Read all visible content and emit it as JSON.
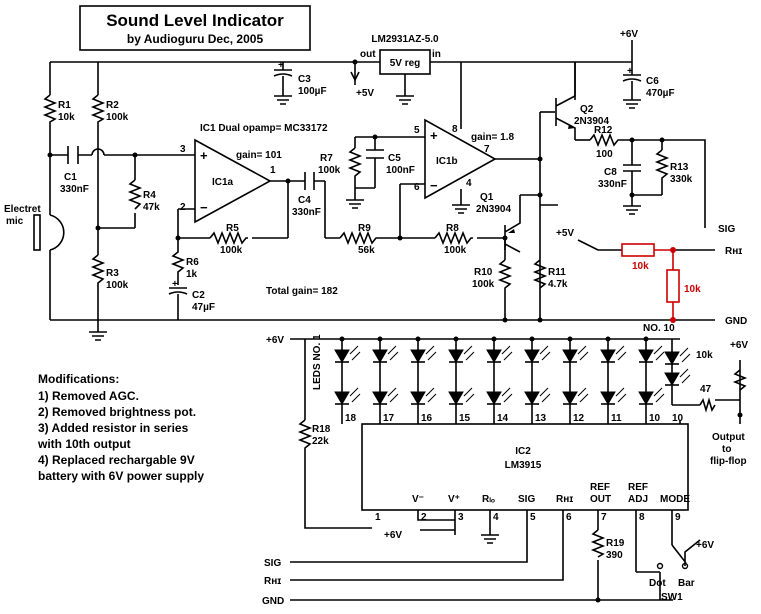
{
  "title": "Sound Level Indicator",
  "subtitle": "by Audioguru Dec, 2005",
  "regulator": {
    "part": "LM2931AZ-5.0",
    "label": "5V reg",
    "out": "out",
    "in": "in"
  },
  "rails": {
    "v6_top": "+6V",
    "v5": "+5V",
    "v6_leds": "+6V",
    "v6_right": "+6V",
    "v6_ic2": "+6V",
    "v6_sw": "+6V",
    "v5_ref": "+5V"
  },
  "ic1": {
    "name": "IC1  Dual opamp= MC33172",
    "a": "IC1a",
    "b": "IC1b",
    "gain_a": "gain= 101",
    "gain_b": "gain= 1.8",
    "total_gain": "Total gain= 182"
  },
  "mic": "Electret\nmic",
  "components": {
    "R1": [
      "R1",
      "10k"
    ],
    "R2": [
      "R2",
      "100k"
    ],
    "R3": [
      "R3",
      "100k"
    ],
    "R4": [
      "R4",
      "47k"
    ],
    "R5": [
      "R5",
      "100k"
    ],
    "R6": [
      "R6",
      "1k"
    ],
    "R7": [
      "R7",
      "100k"
    ],
    "R8": [
      "R8",
      "100k"
    ],
    "R9": [
      "R9",
      "56k"
    ],
    "R10": [
      "R10",
      "100k"
    ],
    "R11": [
      "R11",
      "4.7k"
    ],
    "R12": [
      "R12",
      "100"
    ],
    "R13": [
      "R13",
      "330k"
    ],
    "R18": [
      "R18",
      "22k"
    ],
    "R19": [
      "R19",
      "390"
    ],
    "C1": [
      "C1",
      "330nF"
    ],
    "C2": [
      "C2",
      "47µF"
    ],
    "C3": [
      "C3",
      "100µF"
    ],
    "C4": [
      "C4",
      "330nF"
    ],
    "C5": [
      "C5",
      "100nF"
    ],
    "C6": [
      "C6",
      "470µF"
    ],
    "C8": [
      "C8",
      "330nF"
    ],
    "Q1": [
      "Q1",
      "2N3904"
    ],
    "Q2": [
      "Q2",
      "2N3904"
    ]
  },
  "added": {
    "r_a": "10k",
    "r_b": "10k",
    "r_c": "10k",
    "r_d": "47"
  },
  "ic2": {
    "name": "IC2",
    "part": "LM3915",
    "leds_label": "LEDS NO. 1",
    "no10": "NO. 10",
    "pins_top": [
      "18",
      "17",
      "16",
      "15",
      "14",
      "13",
      "12",
      "11",
      "10"
    ],
    "pins_bottom": [
      "1",
      "2",
      "3",
      "4",
      "5",
      "6",
      "7",
      "8",
      "9"
    ],
    "bottom_labels": [
      "V⁻",
      "V⁺",
      "Rₗₒ",
      "SIG",
      "Rʜɪ",
      "REF OUT",
      "REF ADJ",
      "MODE"
    ]
  },
  "nets": {
    "sig": "SIG",
    "rhi": "Rʜɪ",
    "gnd": "GND",
    "sig2": "SIG",
    "rhi2": "Rʜɪ",
    "gnd2": "GND",
    "output": "Output\nto\nflip-flop"
  },
  "switch": {
    "name": "SW1",
    "dot": "Dot",
    "bar": "Bar"
  },
  "pin_nums_ic1": [
    "3",
    "2",
    "1",
    "5",
    "6",
    "7",
    "8",
    "4"
  ],
  "modifications": {
    "heading": "Modifications:",
    "items": [
      "1) Removed AGC.",
      "2) Removed brightness pot.",
      "3) Added resistor in series",
      "with 10th output",
      "4) Replaced rechargable 9V",
      "battery with 6V power supply"
    ]
  }
}
